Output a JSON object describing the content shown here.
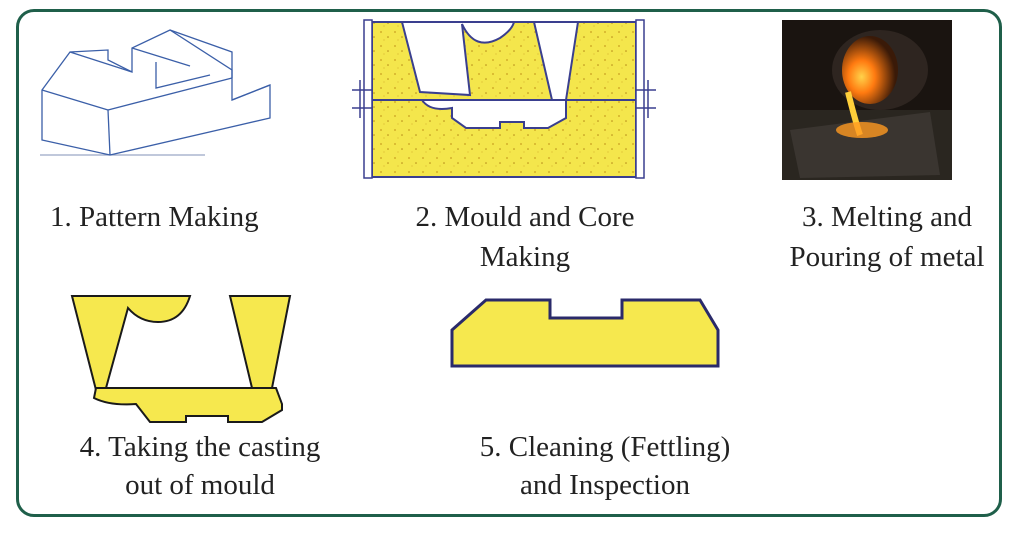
{
  "colors": {
    "frame": "#1f5f4a",
    "sand": "#f3e54a",
    "outline": "#3a3f8f",
    "pattern_line": "#3b5fa8",
    "metal_glow": "#ff8a1a"
  },
  "steps": [
    {
      "caption": "1. Pattern Making",
      "icon": "pattern-block-icon"
    },
    {
      "caption_line1": "2. Mould and Core",
      "caption_line2": "Making",
      "icon": "mould-cross-section-icon"
    },
    {
      "caption_line1": "3. Melting and",
      "caption_line2": "Pouring of metal",
      "icon": "pouring-metal-photo"
    },
    {
      "caption_line1": "4. Taking the casting",
      "caption_line2": "out of mould",
      "icon": "casting-removed-icon"
    },
    {
      "caption_line1": "5. Cleaning (Fettling)",
      "caption_line2": "and Inspection",
      "icon": "finished-casting-icon"
    }
  ]
}
